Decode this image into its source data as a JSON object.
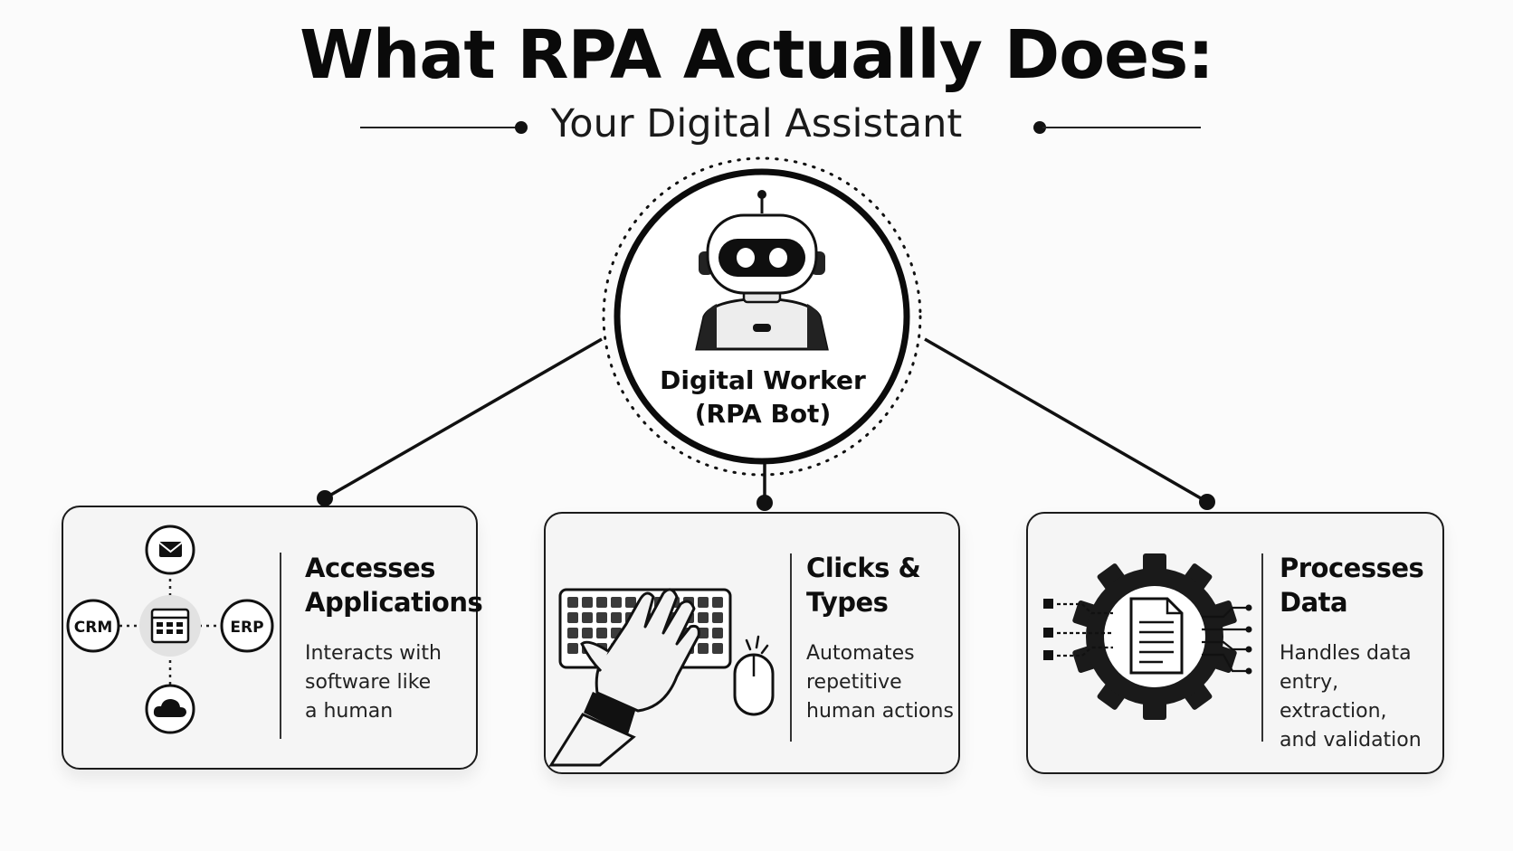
{
  "header": {
    "title": "What RPA Actually Does:",
    "subtitle": "Your Digital Assistant"
  },
  "center": {
    "label": "Digital Worker\n(RPA Bot)",
    "icon": "robot-icon"
  },
  "cards": [
    {
      "title": "Accesses\nApplications",
      "description": "Interacts with\nsoftware like\na human",
      "icon": "app-network-icon",
      "nodes": [
        "CRM",
        "ERP"
      ]
    },
    {
      "title": "Clicks &\nTypes",
      "description": "Automates\nrepetitive\nhuman actions",
      "icon": "robot-hand-keyboard-icon"
    },
    {
      "title": "Processes\nData",
      "description": "Handles data\nentry, extraction,\nand validation",
      "icon": "gear-document-icon"
    }
  ]
}
